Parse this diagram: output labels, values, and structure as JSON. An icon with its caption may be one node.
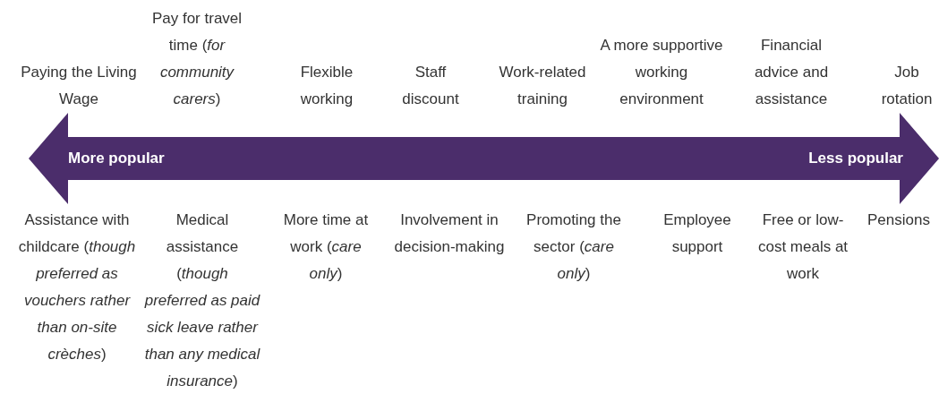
{
  "diagram": {
    "nodes": [
      {
        "text": [
          "More popular",
          "Less popular"
        ]
      }
    ],
    "edges": [],
    "labels": [
      "Paying the Living Wage",
      "Pay for travel time (*for community carers*)",
      "Flexible working",
      "Staff discount",
      "Work-related training",
      "A more supportive working environment",
      "Financial advice and assistance",
      "Job rotation",
      "Assistance with childcare (*though preferred as vouchers rather than on-site crèches*)",
      "Medical assistance (*though preferred as paid sick leave rather than any medical insurance*)",
      "More time at work (*care only*)",
      "Involvement in decision-making",
      "Promoting the sector (*care only*)",
      "Employee support",
      "Free or low-cost meals at work",
      "Pensions"
    ]
  }
}
